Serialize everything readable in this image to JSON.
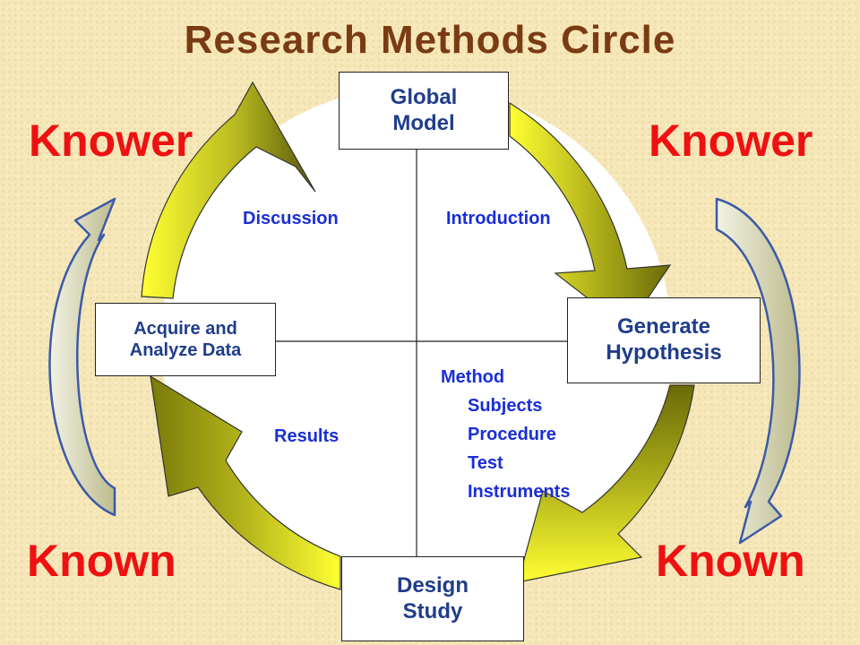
{
  "title": "Research Methods Circle",
  "corners": {
    "top_left": "Knower",
    "top_right": "Knower",
    "bottom_left": "Known",
    "bottom_right": "Known"
  },
  "boxes": {
    "global_model": "Global\nModel",
    "generate_hypothesis": "Generate\nHypothesis",
    "design_study": "Design\nStudy",
    "acquire_analyze": "Acquire and\nAnalyze Data"
  },
  "quadrants": {
    "discussion": "Discussion",
    "introduction": "Introduction",
    "results": "Results",
    "method": {
      "heading": "Method",
      "items": [
        "Subjects",
        "Procedure",
        "Test",
        "Instruments"
      ]
    }
  },
  "colors": {
    "title": "#7a3b14",
    "corner_text": "#ee1111",
    "box_text": "#1f3d8a",
    "quadrant_text": "#1a2ed6",
    "arrow_yellow": "#ffff22",
    "arrow_olive": "#7a7a0a",
    "side_arrow_fill": "#d6d4b0",
    "side_arrow_stroke": "#3b5aa8"
  }
}
